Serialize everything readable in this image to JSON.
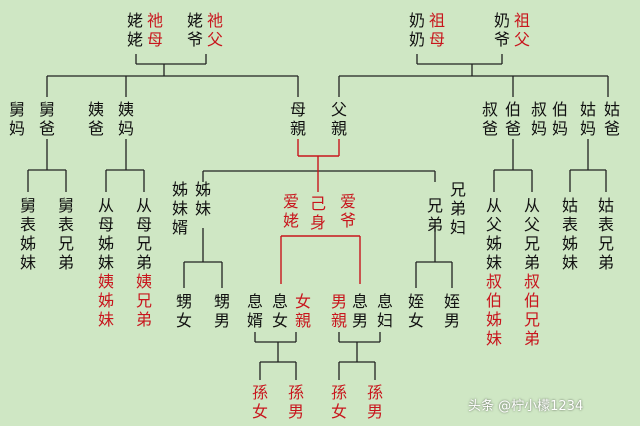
{
  "diagram": {
    "labels": [
      {
        "id": "tai-nainai",
        "text": "姥姥",
        "color": "black"
      },
      {
        "id": "tai-mu",
        "text": "祂母",
        "color": "red"
      },
      {
        "id": "tai-laoye",
        "text": "姥爷",
        "color": "black"
      },
      {
        "id": "tai-fu",
        "text": "祂父",
        "color": "red"
      },
      {
        "id": "nainai",
        "text": "奶奶",
        "color": "black"
      },
      {
        "id": "zu-mu",
        "text": "祖母",
        "color": "red"
      },
      {
        "id": "yeye",
        "text": "奶爷",
        "color": "black"
      },
      {
        "id": "zu-fu",
        "text": "祖父",
        "color": "red"
      },
      {
        "id": "jiu-ma",
        "text": "舅妈",
        "color": "black"
      },
      {
        "id": "jiu-ba",
        "text": "舅爸",
        "color": "black"
      },
      {
        "id": "yi-ba",
        "text": "姨爸",
        "color": "black"
      },
      {
        "id": "yi-ma",
        "text": "姨妈",
        "color": "black"
      },
      {
        "id": "mu-qin",
        "text": "母親",
        "color": "black"
      },
      {
        "id": "fu-qin",
        "text": "父親",
        "color": "black"
      },
      {
        "id": "shu-ba",
        "text": "叔爸",
        "color": "black"
      },
      {
        "id": "bo-ba",
        "text": "伯爸",
        "color": "black"
      },
      {
        "id": "shu-ma",
        "text": "叔妈",
        "color": "black"
      },
      {
        "id": "bo-ma",
        "text": "伯妈",
        "color": "black"
      },
      {
        "id": "gu-ma",
        "text": "姑妈",
        "color": "black"
      },
      {
        "id": "gu-ba",
        "text": "姑爸",
        "color": "black"
      },
      {
        "id": "jiu-biao-zimei",
        "text": "舅表姊妹",
        "color": "black"
      },
      {
        "id": "jiu-biao-xiongdi",
        "text": "舅表兄弟",
        "color": "black"
      },
      {
        "id": "cong-mu-zimei",
        "text": "从母姊妹",
        "color": "black"
      },
      {
        "id": "yi-zimei",
        "text": "姨姊妹",
        "color": "red"
      },
      {
        "id": "cong-mu-xiongdi",
        "text": "从母兄弟",
        "color": "black"
      },
      {
        "id": "yi-xiongdi",
        "text": "姨兄弟",
        "color": "red"
      },
      {
        "id": "zimei-xu",
        "text": "姊妹婿",
        "color": "black"
      },
      {
        "id": "zimei",
        "text": "姊妹",
        "color": "black"
      },
      {
        "id": "ai-lao",
        "text": "爱姥",
        "color": "red"
      },
      {
        "id": "ji-shen",
        "text": "己身",
        "color": "red"
      },
      {
        "id": "ai-ye",
        "text": "爱爷",
        "color": "red"
      },
      {
        "id": "xiongdi",
        "text": "兄弟",
        "color": "black"
      },
      {
        "id": "xiongdi-fu",
        "text": "兄弟妇",
        "color": "black"
      },
      {
        "id": "cong-fu-zimei",
        "text": "从父姊妹",
        "color": "black"
      },
      {
        "id": "shubo-zimei",
        "text": "叔伯姊妹",
        "color": "red"
      },
      {
        "id": "cong-fu-xiongdi",
        "text": "从父兄弟",
        "color": "black"
      },
      {
        "id": "shubo-xiongdi",
        "text": "叔伯兄弟",
        "color": "red"
      },
      {
        "id": "gu-biao-zimei",
        "text": "姑表姊妹",
        "color": "black"
      },
      {
        "id": "gu-biao-xiongdi",
        "text": "姑表兄弟",
        "color": "black"
      },
      {
        "id": "sheng-nv",
        "text": "甥女",
        "color": "black"
      },
      {
        "id": "sheng-nan",
        "text": "甥男",
        "color": "black"
      },
      {
        "id": "xi-xu",
        "text": "息婿",
        "color": "black"
      },
      {
        "id": "xi-nv",
        "text": "息女",
        "color": "black"
      },
      {
        "id": "nv-qin",
        "text": "女親",
        "color": "red"
      },
      {
        "id": "nan-qin",
        "text": "男親",
        "color": "red"
      },
      {
        "id": "xi-nan",
        "text": "息男",
        "color": "black"
      },
      {
        "id": "xi-fu",
        "text": "息妇",
        "color": "black"
      },
      {
        "id": "zhi-nv",
        "text": "姪女",
        "color": "black"
      },
      {
        "id": "zhi-nan",
        "text": "姪男",
        "color": "black"
      },
      {
        "id": "sun-nv-1",
        "text": "孫女",
        "color": "red"
      },
      {
        "id": "sun-nan-1",
        "text": "孫男",
        "color": "red"
      },
      {
        "id": "sun-nv-2",
        "text": "孫女",
        "color": "red"
      },
      {
        "id": "sun-nan-2",
        "text": "孫男",
        "color": "red"
      }
    ]
  },
  "watermark": {
    "text": "头条 @柠小檬1234"
  },
  "colors": {
    "background": "#cfe7c4",
    "line_black": "#222222",
    "line_red": "#c8161d",
    "text_black": "#111111",
    "text_red": "#c8161d"
  }
}
